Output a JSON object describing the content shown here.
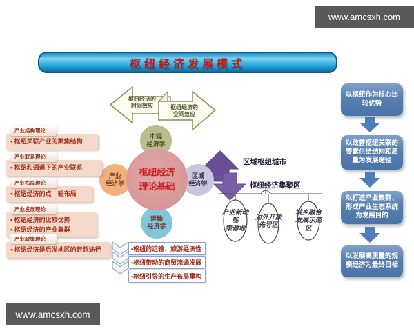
{
  "watermarks": {
    "top_right": "www.amcsxh.com",
    "bottom_left": "www.amcsxh.com"
  },
  "title": "枢纽经济发展模式",
  "effects": {
    "time": "枢纽经济的\n时间效应",
    "space": "枢纽经济的\n空间效应"
  },
  "circles": {
    "center": "枢纽经济\n理论基础",
    "top": "中观\n经济学",
    "left": "产业\n经济学",
    "right": "区域\n经济学",
    "bottom": "运输\n经济学"
  },
  "theories": [
    {
      "header": "产业结构理论",
      "bullets": [
        "• 枢纽关联产业的聚集结构"
      ]
    },
    {
      "header": "产业联系理论",
      "bullets": [
        "• 枢纽和通道下的产业联系"
      ]
    },
    {
      "header": "产业布局理论",
      "bullets": [
        "• 枢纽经济的点—轴布局"
      ]
    },
    {
      "header": "产业发展理论",
      "bullets": [
        "• 枢纽经济的比较优势",
        "• 枢纽经济的产业集群"
      ]
    },
    {
      "header": "产业政策理论",
      "bullets": [
        "• 枢纽经济是后发地区的赶超途径"
      ]
    }
  ],
  "spatial": {
    "up_label": "区域枢纽城市",
    "down_label": "枢纽经济集聚区"
  },
  "zones": [
    "产业新动\n能\n策源地",
    "对外开放\n先导区",
    "城乡融合\n发展示范\n区"
  ],
  "hub_functions": [
    "•枢纽的运输、旅游经济性",
    "•枢纽带动的商贸流通发展",
    "•枢纽引导的生产布局重构"
  ],
  "flow": [
    "以枢纽作为核心比较优势",
    "以改善枢纽关联的要素供给结构和质量为发展途径",
    "以打造产业集群、形成产业生态系统为发展目的",
    "以发展高质量的规模经济为最终目标"
  ],
  "colors": {
    "banner_cyan": "#2aa9dd",
    "banner_text_red": "#d01111",
    "core_pink": "#d28f8f",
    "meso_olive": "#b7bd8e",
    "industrial_orange": "#f2b07c",
    "regional_lavender": "#c9c6df",
    "transport_blue": "#83c4dd",
    "purple_arrow": "#6a4f96",
    "flow_box_blue": "#587fb0",
    "left_box_pink": "#f4d9cb",
    "watermark_gray": "#595959"
  }
}
